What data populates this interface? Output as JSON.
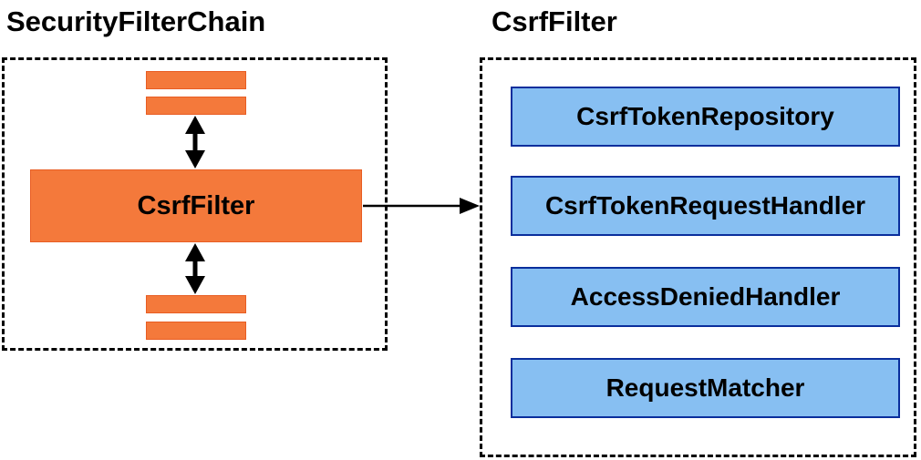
{
  "security_filter_chain": {
    "title": "SecurityFilterChain",
    "filter_label": "CsrfFilter"
  },
  "csrf_panel": {
    "title": "CsrfFilter",
    "components": [
      {
        "label": "CsrfTokenRepository"
      },
      {
        "label": "CsrfTokenRequestHandler"
      },
      {
        "label": "AccessDeniedHandler"
      },
      {
        "label": "RequestMatcher"
      }
    ]
  },
  "icons": {
    "vertical_link_arrow": "double-headed-vertical-arrow",
    "flow_arrow": "right-arrow"
  },
  "colors": {
    "orange_fill": "#F4793B",
    "orange_border": "#E85D23",
    "blue_fill": "#87BFF2",
    "blue_border": "#0A2E9C",
    "shadow_dark": "#A3A3A3",
    "shadow_light": "#E2E2E2",
    "line_color": "#000000",
    "text_color": "#000000"
  }
}
